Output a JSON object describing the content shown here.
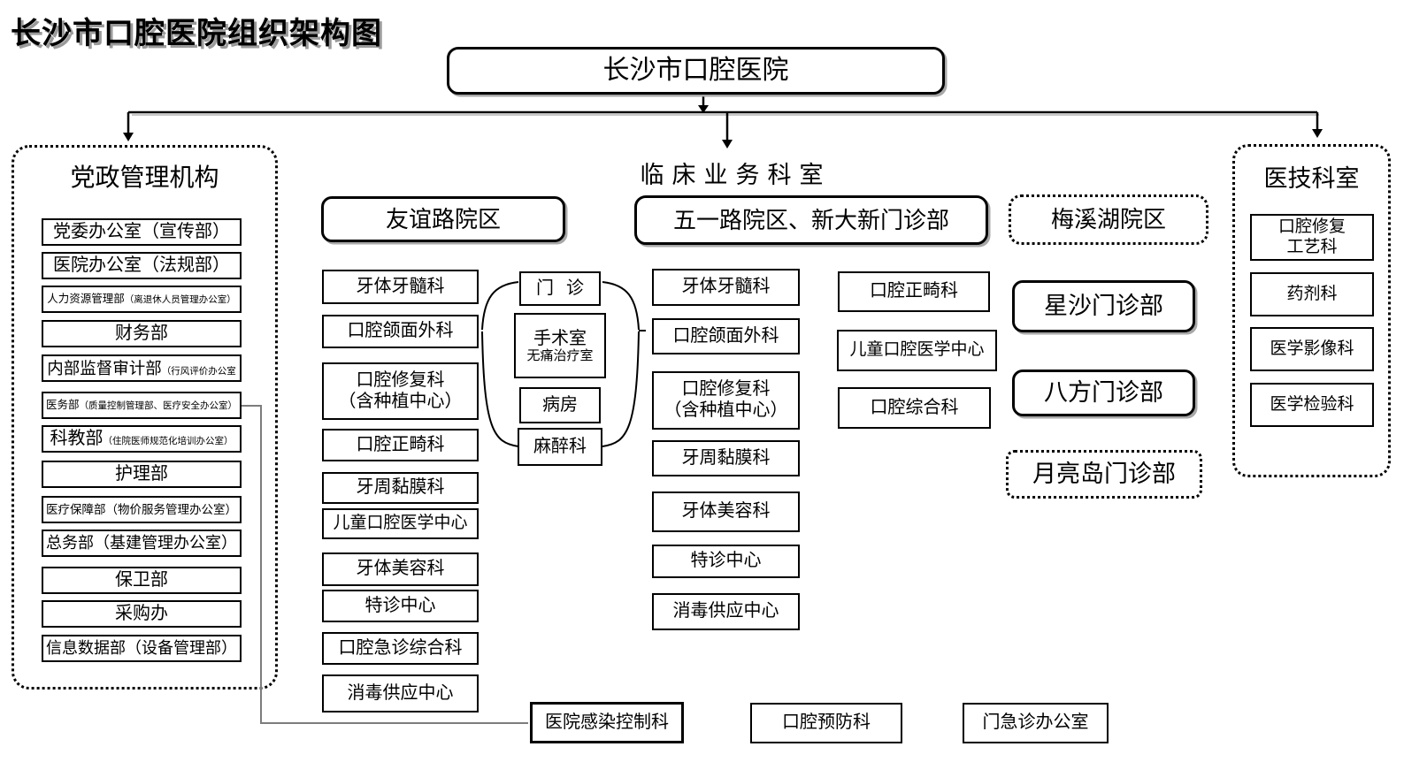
{
  "page_title": "长沙市口腔医院组织架构图",
  "root_label": "长沙市口腔医院",
  "admin": {
    "header": "党政管理机构",
    "items": [
      {
        "main": "党委办公室（宣传部）",
        "sub": ""
      },
      {
        "main": "医院办公室（法规部）",
        "sub": ""
      },
      {
        "main": "人力资源管理部",
        "sub": "（离退休人员管理办公室）"
      },
      {
        "main": "财务部",
        "sub": ""
      },
      {
        "main": "内部监督审计部",
        "sub": "（行风评价办公室"
      },
      {
        "main": "医务部",
        "sub": "（质量控制管理部、医疗安全办公室）"
      },
      {
        "main": "科教部",
        "sub": "（住院医师规范化培训办公室）"
      },
      {
        "main": "护理部",
        "sub": ""
      },
      {
        "main": "医疗保障部（物价服务管理办公室）",
        "sub": ""
      },
      {
        "main": "总务部（基建管理办公室）",
        "sub": ""
      },
      {
        "main": "保卫部",
        "sub": ""
      },
      {
        "main": "采购办",
        "sub": ""
      },
      {
        "main": "信息数据部（设备管理部）",
        "sub": ""
      }
    ]
  },
  "clinical_header": "临床业务科室",
  "campuses": {
    "youyi": {
      "header": "友谊路院区",
      "departments": [
        "牙体牙髓科",
        "口腔颌面外科",
        "口腔修复科\n（含种植中心）",
        "口腔正畸科",
        "牙周黏膜科",
        "儿童口腔医学中心",
        "牙体美容科",
        "特诊中心",
        "口腔急诊综合科",
        "消毒供应中心"
      ]
    },
    "wuyi": {
      "header": "五一路院区、新大新门诊部",
      "departments_col1": [
        "牙体牙髓科",
        "口腔颌面外科",
        "口腔修复科\n（含种植中心）",
        "牙周黏膜科",
        "牙体美容科",
        "特诊中心",
        "消毒供应中心"
      ],
      "departments_col2": [
        "口腔正畸科",
        "儿童口腔医学中心",
        "口腔综合科"
      ]
    },
    "meixihu": {
      "header": "梅溪湖院区"
    }
  },
  "shared_units": {
    "outpatient": "门诊",
    "surgery_line1": "手术室",
    "surgery_line2": "无痛治疗室",
    "ward": "病房",
    "anesthesia": "麻醉科"
  },
  "clinics": {
    "xingsha": "星沙门诊部",
    "bafang": "八方门诊部",
    "yueliangdao": "月亮岛门诊部"
  },
  "medtech": {
    "header": "医技科室",
    "items": [
      "口腔修复\n工艺科",
      "药剂科",
      "医学影像科",
      "医学检验科"
    ]
  },
  "bottom_row": {
    "infection_control": "医院感染控制科",
    "oral_prevention": "口腔预防科",
    "outpatient_emergency": "门急诊办公室"
  }
}
